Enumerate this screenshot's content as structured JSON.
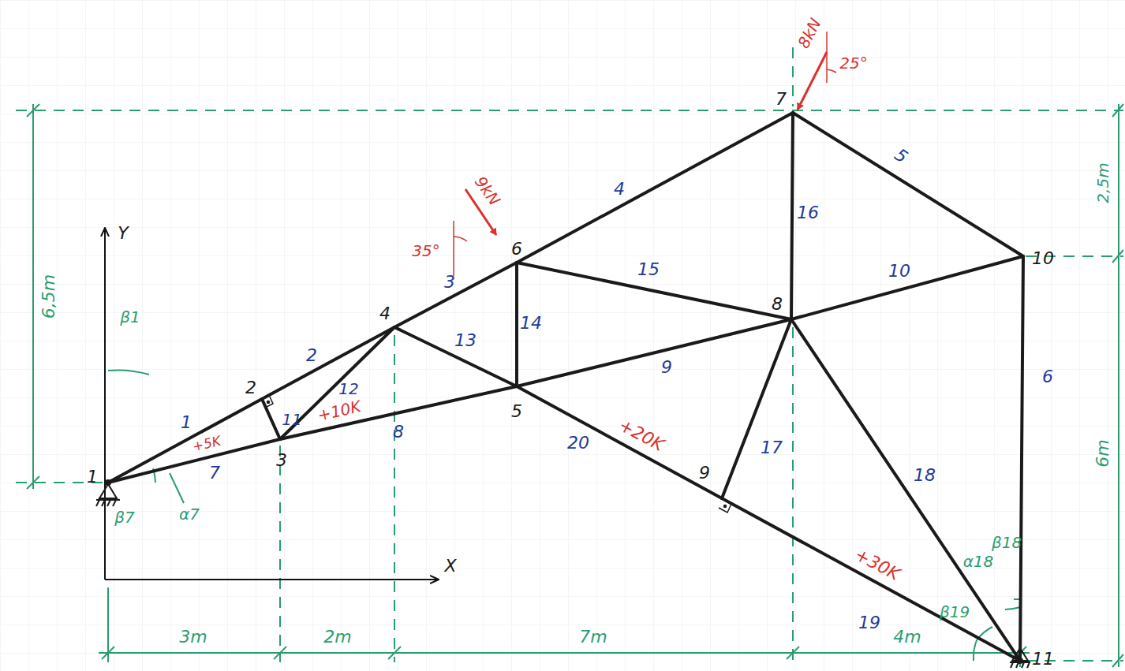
{
  "diagram": {
    "labels": [
      "1",
      "2",
      "3",
      "4",
      "5",
      "6",
      "7",
      "8",
      "9",
      "10",
      "11",
      "1",
      "2",
      "3",
      "4",
      "5",
      "6",
      "7",
      "8",
      "9",
      "10",
      "11",
      "12",
      "13",
      "14",
      "15",
      "16",
      "17",
      "18",
      "19",
      "20",
      "+5K",
      "+10K",
      "+20K",
      "+30K",
      "8kN",
      "25°",
      "9kN",
      "35°",
      "Y",
      "X",
      "3m",
      "2m",
      "7m",
      "4m",
      "6,5m",
      "2,5m",
      "6m",
      "β1",
      "β7",
      "α7",
      "β18",
      "α18",
      "β19"
    ]
  }
}
